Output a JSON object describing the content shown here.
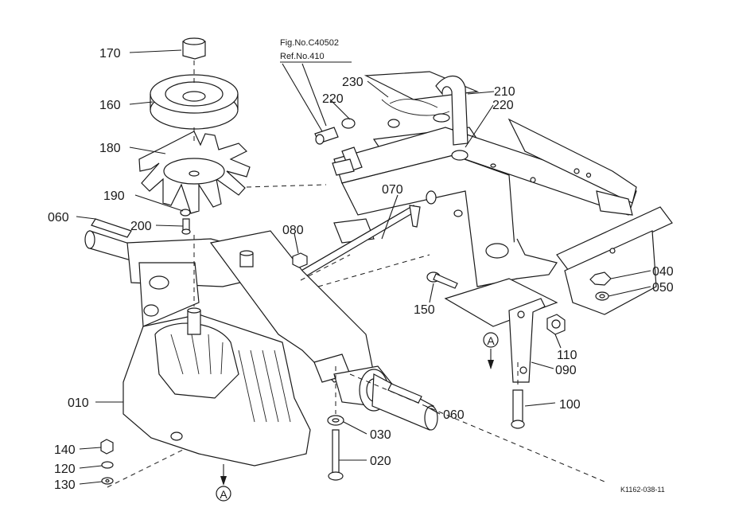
{
  "figure": {
    "fig_no": "Fig.No.C40502",
    "ref_no": "Ref.No.410",
    "drawing_code": "K1162-038-11"
  },
  "callouts": [
    {
      "id": "p170",
      "text": "170"
    },
    {
      "id": "p160",
      "text": "160"
    },
    {
      "id": "p180",
      "text": "180"
    },
    {
      "id": "p190",
      "text": "190"
    },
    {
      "id": "p060a",
      "text": "060"
    },
    {
      "id": "p200",
      "text": "200"
    },
    {
      "id": "p230",
      "text": "230"
    },
    {
      "id": "p210",
      "text": "210"
    },
    {
      "id": "p220a",
      "text": "220"
    },
    {
      "id": "p220b",
      "text": "220"
    },
    {
      "id": "p070",
      "text": "070"
    },
    {
      "id": "p080",
      "text": "080"
    },
    {
      "id": "p040",
      "text": "040"
    },
    {
      "id": "p050",
      "text": "050"
    },
    {
      "id": "p150",
      "text": "150"
    },
    {
      "id": "p110",
      "text": "110"
    },
    {
      "id": "p090",
      "text": "090"
    },
    {
      "id": "p100",
      "text": "100"
    },
    {
      "id": "p010",
      "text": "010"
    },
    {
      "id": "p060b",
      "text": "060"
    },
    {
      "id": "p030",
      "text": "030"
    },
    {
      "id": "p020",
      "text": "020"
    },
    {
      "id": "p140",
      "text": "140"
    },
    {
      "id": "p120",
      "text": "120"
    },
    {
      "id": "p130",
      "text": "130"
    }
  ],
  "view_markers": [
    {
      "id": "markA1",
      "text": "A"
    },
    {
      "id": "markA2",
      "text": "A"
    }
  ]
}
